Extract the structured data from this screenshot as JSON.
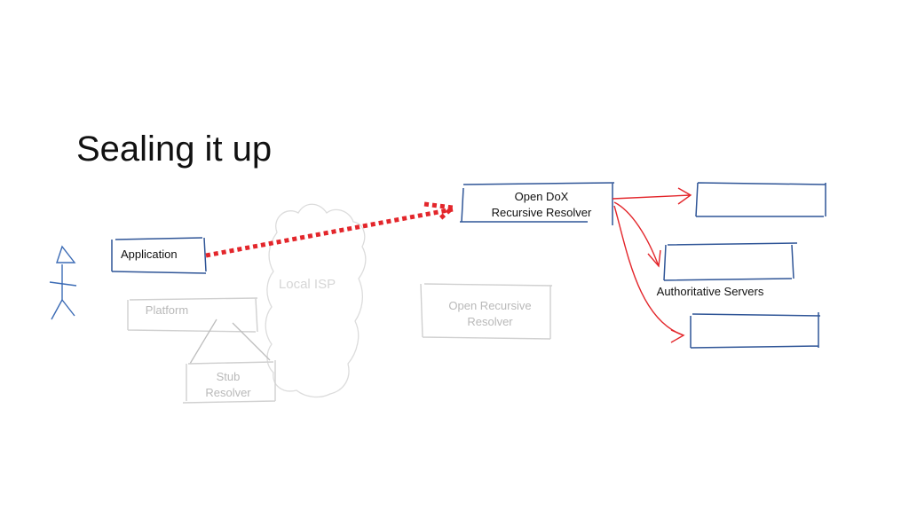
{
  "slide": {
    "title": "Sealing it up"
  },
  "diagram": {
    "application": "Application",
    "platform": "Platform",
    "stub_resolver": "Stub\nResolver",
    "local_isp": "Local ISP",
    "open_recursive_resolver": "Open Recursive\nResolver",
    "open_dox_resolver": "Open DoX\nRecursive Resolver",
    "authoritative_servers": "Authoritative Servers"
  },
  "colors": {
    "box_blue": "#2f5597",
    "arrow_red": "#e3262b",
    "faded_gray": "#c8c8c8",
    "person_blue": "#3b6bb5"
  }
}
